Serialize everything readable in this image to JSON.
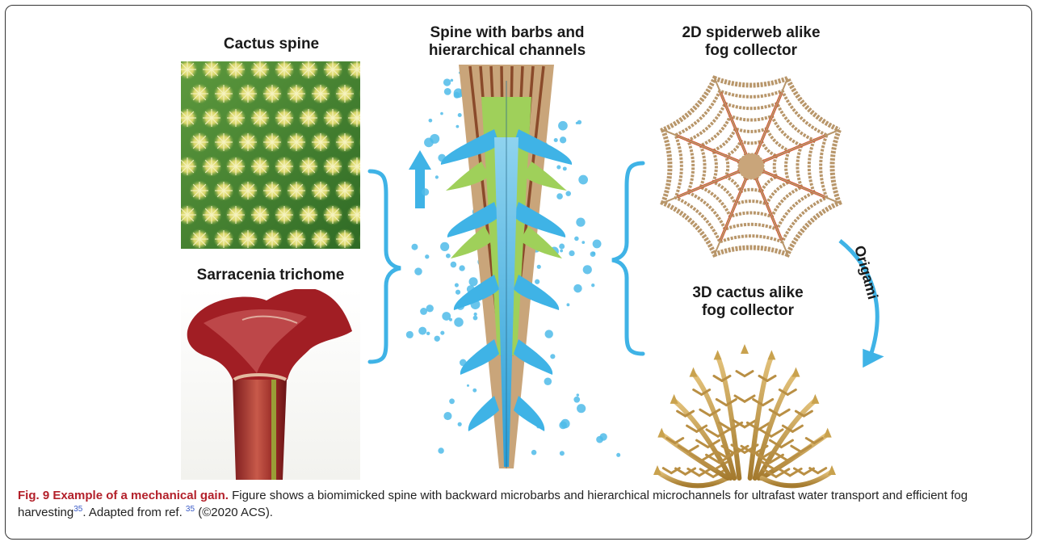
{
  "figure": {
    "labels": {
      "cactus_spine": "Cactus spine",
      "sarracenia": "Sarracenia trichome",
      "spine_line1": "Spine with barbs and",
      "spine_line2": "hierarchical channels",
      "web_line1": "2D spiderweb alike",
      "web_line2": "fog collector",
      "cactus3d_line1": "3D cactus alike",
      "cactus3d_line2": "fog collector",
      "origami": "Origami"
    },
    "colors": {
      "accent_blue": "#3fb3e6",
      "spine_tan": "#c9a57a",
      "spine_brown": "#8a4a2a",
      "spine_green": "#9fd05a",
      "web_tan": "#b8966a",
      "web_red": "#d9482b",
      "gold": "#c9a24e",
      "cactus_green": "#3e7a2e",
      "trichome_red": "#9b1d22"
    }
  },
  "caption": {
    "title": "Fig. 9 Example of a mechanical gain.",
    "text_1": " Figure shows a biomimicked spine with backward microbarbs and hierarchical microchannels for ultrafast water transport and efficient fog harvesting",
    "ref_1": "35",
    "text_2": ". Adapted from ref. ",
    "ref_2": "35",
    "text_3": " (©2020 ACS)."
  }
}
